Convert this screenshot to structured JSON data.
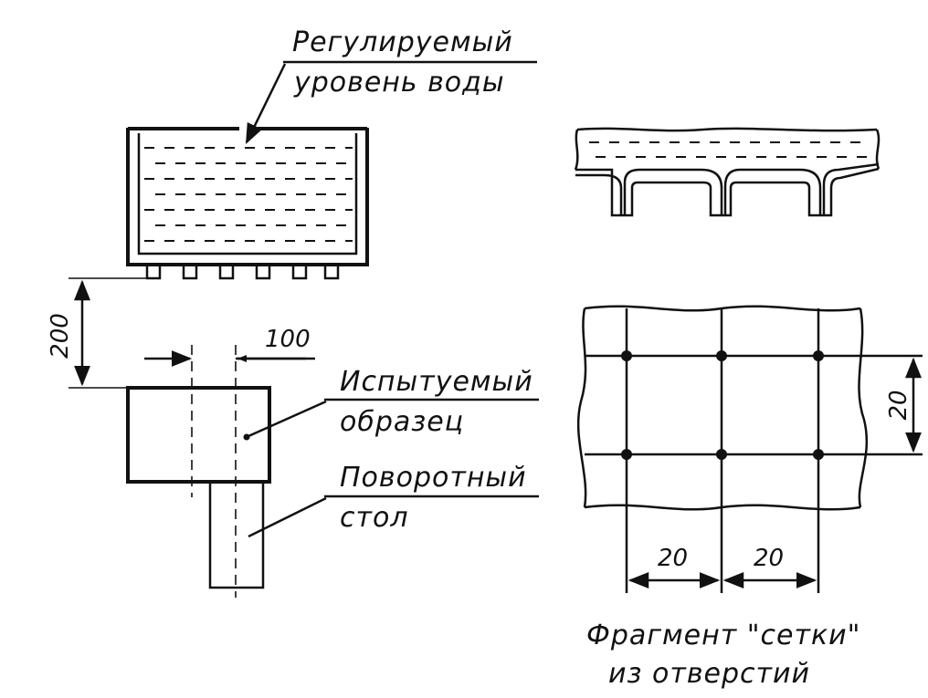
{
  "labels": {
    "water_level": [
      "Регулируемый",
      "уровень воды"
    ],
    "test_sample": [
      "Испытуемый",
      "образец"
    ],
    "turntable": [
      "Поворотный",
      "стол"
    ],
    "grid_fragment": [
      "Фрагмент \"сетки\"",
      "из отверстий"
    ]
  },
  "dimensions": {
    "height": "200",
    "width": "100",
    "grid_vertical": "20",
    "grid_h1": "20",
    "grid_h2": "20"
  }
}
